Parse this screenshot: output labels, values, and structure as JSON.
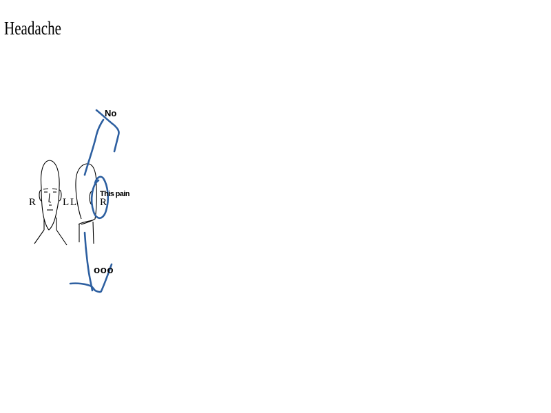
{
  "title": "Headache",
  "front_face": {
    "right_label": "R",
    "left_label": "L"
  },
  "side_face": {
    "left_label": "L",
    "right_label": "R"
  },
  "annotations": {
    "no": "No",
    "pain": "This pain",
    "ooo": "ooo"
  },
  "colors": {
    "ink": "#000000",
    "pen": "#2d5fa0"
  }
}
